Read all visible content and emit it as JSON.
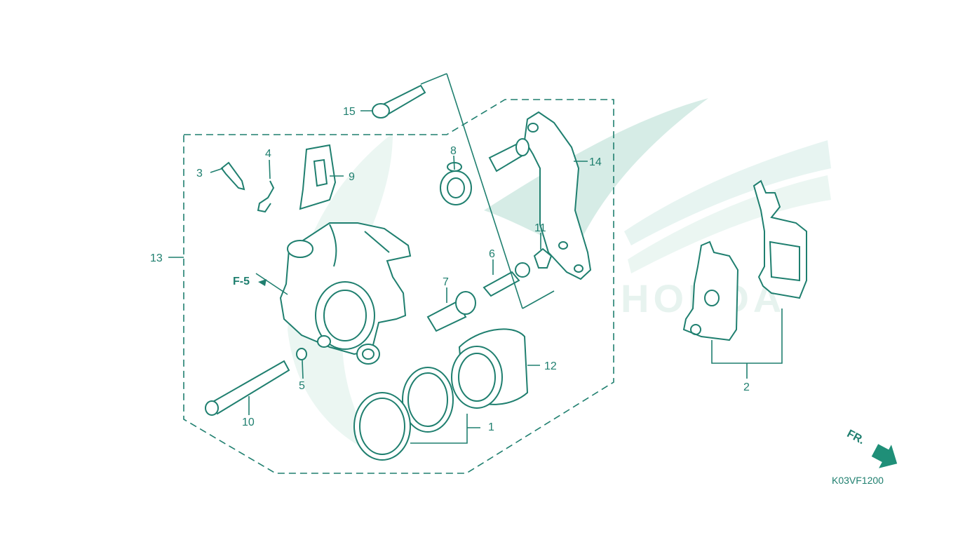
{
  "labels": {
    "p1": "1",
    "p2": "2",
    "p3": "3",
    "p4": "4",
    "p5": "5",
    "p6": "6",
    "p7": "7",
    "p8": "8",
    "p9": "9",
    "p10": "10",
    "p11": "11",
    "p12": "12",
    "p13": "13",
    "p14": "14",
    "p15": "15"
  },
  "refs": {
    "f5": "F-5",
    "front": "FR."
  },
  "diagram_code": "K03VF1200",
  "watermark": {
    "name": "honda-wing-logo",
    "text": "HONDA"
  },
  "colors": {
    "line": "#1f7f6f",
    "watermark": "#cfe9e2",
    "background": "#ffffff"
  }
}
